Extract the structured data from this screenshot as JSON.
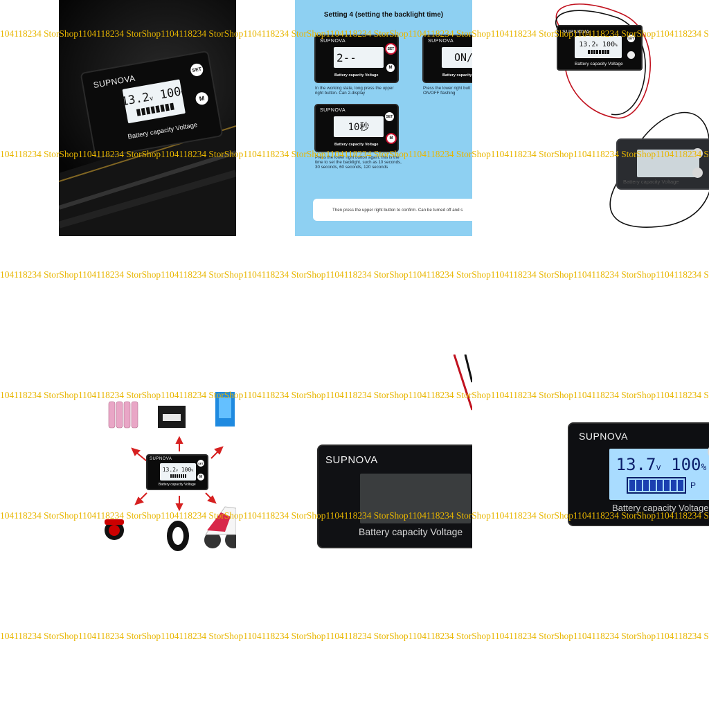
{
  "watermark": "104118234 StorShop1104118234 StorShop1104118234 StorShop1104118234 StorShop1104118234 StorShop1104118234 StorShop1104118234 StorShop1104118234 StorShop1104118234 StorShop110",
  "meter": {
    "brand": "SUPNOVA",
    "caption": "Battery capacity Voltage",
    "set_label": "SET",
    "m_label": "M",
    "voltage": "13.2",
    "voltage_unit": "v",
    "percent": "100",
    "percent_unit": "%"
  },
  "instructions": {
    "title": "Setting 4 (setting the backlight time)",
    "panel1": {
      "display": "2--",
      "desc": "In the working state, long press the upper right button. Can 2-display"
    },
    "panel2": {
      "display": "ON/C",
      "desc": "Press the lower right butt ON/OFF flashing"
    },
    "panel3": {
      "display": "10秒",
      "desc": "Press the lower right button again, this is the time to set the backlight, such as 10 seconds, 30 seconds, 60 seconds, 120 seconds"
    },
    "bottom_note": "Then press the upper right button to confirm. Can be turned off and s"
  },
  "closeup": {
    "voltage": "13.7",
    "voltage_unit": "v",
    "percent": "100",
    "percent_unit": "%",
    "p_label": "P"
  },
  "colors": {
    "watermark": "#e8b600",
    "instruction_bg": "#8ed0f2",
    "meter_body": "#0b0b0b",
    "lcd": "#eef3f6",
    "lcd_backlit": "#a9dcff",
    "set_ring": "#c8102e"
  }
}
